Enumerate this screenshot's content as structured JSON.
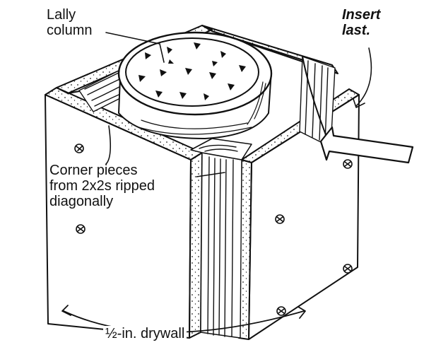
{
  "labels": {
    "lally_column": [
      "Lally",
      "column"
    ],
    "insert_last": [
      "Insert",
      "last."
    ],
    "corner_pieces": [
      "Corner pieces",
      "from 2x2s ripped",
      "diagonally"
    ],
    "drywall": "½-in. drywall"
  },
  "icons": {
    "fastener": "screw-head-icon",
    "arrow": "insert-direction-arrow-icon"
  },
  "colors": {
    "ink": "#111111",
    "paper": "#ffffff"
  }
}
